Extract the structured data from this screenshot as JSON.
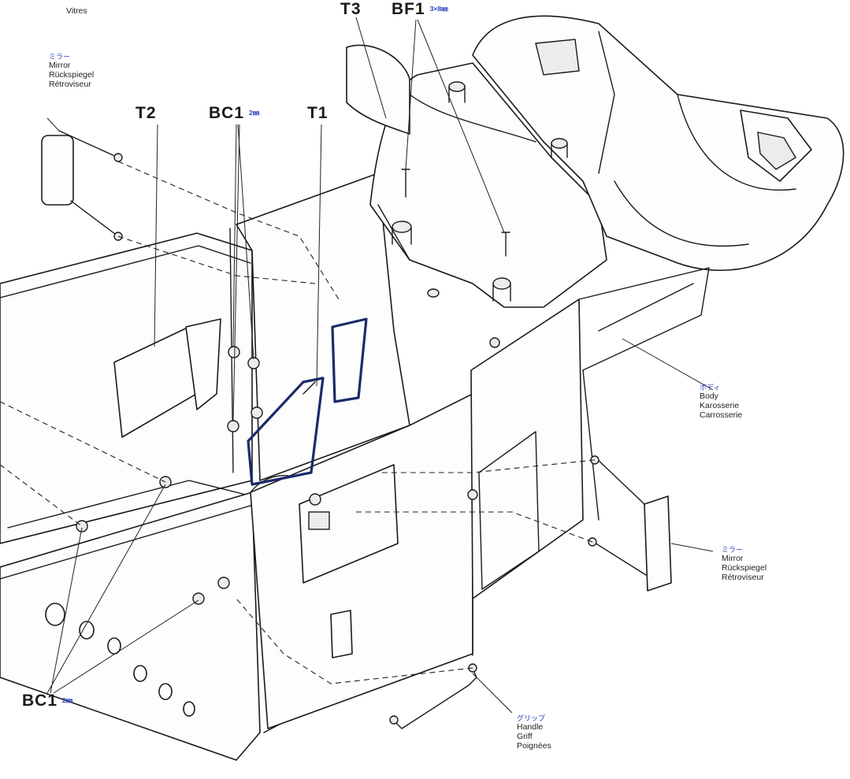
{
  "labels": {
    "t3": "T3",
    "bf1": "BF1",
    "bf1_size": "3×8㎜",
    "t2": "T2",
    "bc1_top": "BC1",
    "bc1_top_size": "2㎜",
    "t1": "T1",
    "bc1_bottom": "BC1",
    "bc1_bottom_size": "2㎜"
  },
  "callouts": {
    "windows": {
      "lines": [
        "Vitres"
      ]
    },
    "mirror_left": {
      "jp": "ミラー",
      "lines": [
        "Mirror",
        "Rückspiegel",
        "Rétroviseur"
      ]
    },
    "body": {
      "jp": "ボディ",
      "lines": [
        "Body",
        "Karosserie",
        "Carrosserie"
      ]
    },
    "mirror_right": {
      "jp": "ミラー",
      "lines": [
        "Mirror",
        "Rückspiegel",
        "Rétroviseur"
      ]
    },
    "handle": {
      "jp": "グリップ",
      "lines": [
        "Handle",
        "Griff",
        "Poignées"
      ]
    }
  },
  "colors": {
    "accent_blue": "#2b3fb8",
    "window_frame": "#1c2a6b",
    "ink": "#1a1a1a"
  }
}
